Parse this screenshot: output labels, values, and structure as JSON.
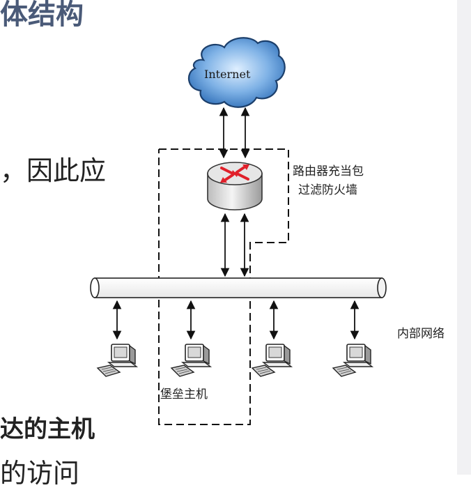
{
  "slide": {
    "title_fragment": "体结构",
    "line1": "，因此应",
    "line2": "达的主机",
    "line3": "的访问"
  },
  "diagram": {
    "internet": "Internet",
    "router_label_1": "路由器充当包",
    "router_label_2": "过滤防火墙",
    "internal_network": "内部网络",
    "bastion_host": "堡垒主机"
  },
  "colors": {
    "title": "#4a5a78",
    "router_arrows": "#e0202a",
    "cloud": "#3d7ec9"
  }
}
